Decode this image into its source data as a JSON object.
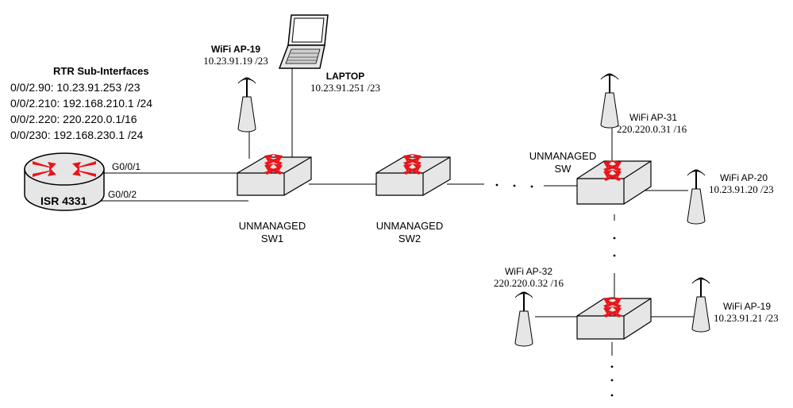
{
  "router": {
    "name": "ISR 4331",
    "subinterfaces": {
      "title": "RTR Sub-Interfaces",
      "lines": [
        "0/0/2.90: 10.23.91.253 /23",
        "0/0/2.210: 192.168.210.1 /24",
        "0/0/2.220: 220.220.0.1/16",
        "0/0/230: 192.168.230.1 /24"
      ]
    },
    "ports": [
      "G0/0/1",
      "G0/0/2"
    ]
  },
  "switches": {
    "sw1": [
      "UNMANAGED",
      "SW1"
    ],
    "sw2": [
      "UNMANAGED",
      "SW2"
    ],
    "sw3": [
      "UNMANAGED",
      "SW"
    ]
  },
  "access_points": {
    "ap19_top": {
      "name": "WiFi AP-19",
      "ip": "10.23.91.19 /23"
    },
    "ap31": {
      "name": "WiFi AP-31",
      "ip": "220.220.0.31 /16"
    },
    "ap20": {
      "name": "WiFi AP-20",
      "ip": "10.23.91.20 /23"
    },
    "ap32": {
      "name": "WiFi AP-32",
      "ip": "220.220.0.32 /16"
    },
    "ap19_bottom": {
      "name": "WiFi AP-19",
      "ip": "10.23.91.21 /23"
    }
  },
  "laptop": {
    "name": "LAPTOP",
    "ip": "10.23.91.251 /23"
  },
  "colors": {
    "arrow": "#e8151b",
    "device_fill": "#e6e6e6",
    "device_stroke": "#000000",
    "line": "#000000"
  },
  "icons": {
    "router": "router-icon",
    "switch": "switch-icon",
    "access_point": "wifi-ap-icon",
    "laptop": "laptop-icon"
  }
}
